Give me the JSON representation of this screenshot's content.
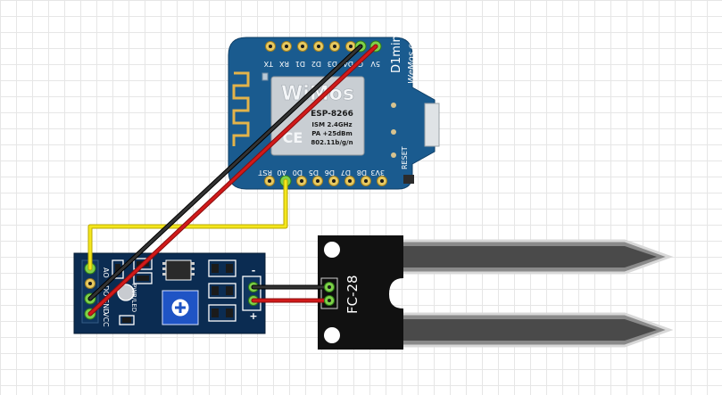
{
  "d1mini": {
    "top_pins": [
      "TX",
      "RX",
      "D1",
      "D2",
      "D3",
      "D4",
      "G",
      "5V"
    ],
    "bottom_pins": [
      "RST",
      "A0",
      "D0",
      "D5",
      "D6",
      "D7",
      "D8",
      "3V3"
    ],
    "brand": "D1mini",
    "brand_site": "WeMos.cc",
    "chip_logo": "WiMos",
    "chip_name": "ESP-8266",
    "chip_spec_1": "ISM 2.4GHz",
    "chip_spec_2": "PA +25dBm",
    "chip_spec_3": "802.11b/g/n",
    "reset_label": "RESET"
  },
  "comparator": {
    "pins": [
      "AO",
      "DO",
      "GND",
      "VCC"
    ],
    "led_label": "PWR/LED",
    "minus_label": "-",
    "plus_label": "+"
  },
  "probe": {
    "label": "FC-28"
  },
  "wires": {
    "signal_color": "#f4e61c",
    "ground_color": "#222222",
    "power_color": "#d11a1a"
  },
  "colors": {
    "board_blue": "#1a5b8f",
    "pcb_dark": "#0b2c52",
    "probe_grey": "#8a8a8a"
  }
}
